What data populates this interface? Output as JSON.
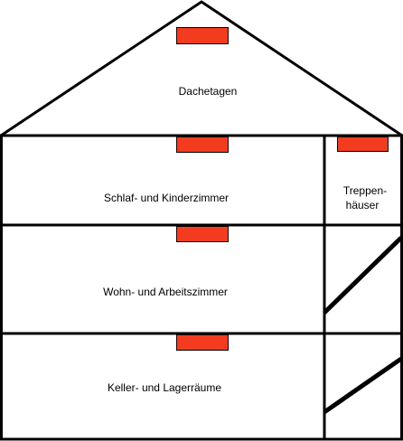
{
  "diagram": {
    "labels": {
      "attic": "Dachetagen",
      "bedrooms": "Schlaf- und Kinderzimmer",
      "living": "Wohn- und Arbeitszimmer",
      "cellar": "Keller- und Lagerräume",
      "stairs_line1": "Treppen-",
      "stairs_line2": "häuser"
    },
    "colors": {
      "line": "#000000",
      "vent": "#f23b1f",
      "background": "#ffffff"
    }
  }
}
